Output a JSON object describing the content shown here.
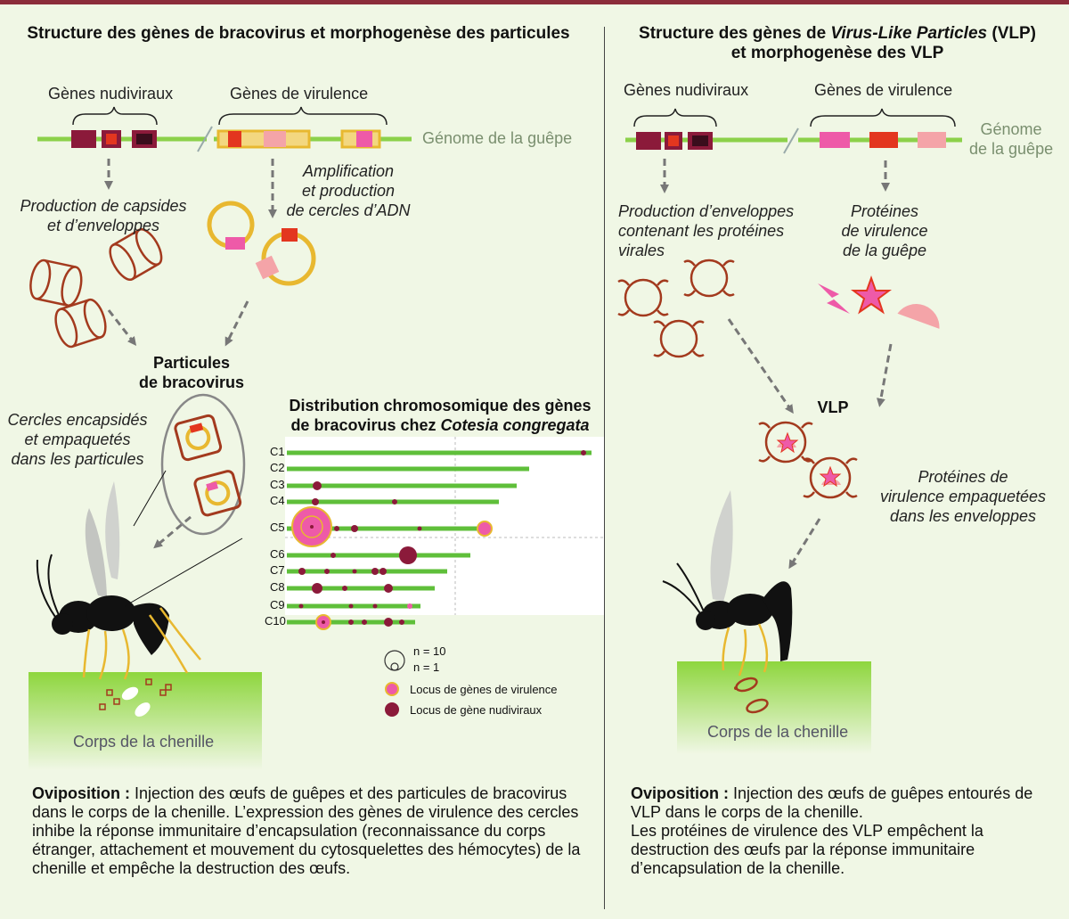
{
  "left": {
    "title": "Structure des gènes de bracovirus et morphogenèse des particules",
    "genes_nudiviraux": "Gènes nudiviraux",
    "genes_virulence": "Gènes de virulence",
    "genome": "Génome de la guêpe",
    "production_1": "Production de capsides",
    "production_2": "et d’enveloppes",
    "amplification_1": "Amplification",
    "amplification_2": "et production",
    "amplification_3": "de cercles d’ADN",
    "particules_1": "Particules",
    "particules_2": "de bracovirus",
    "cercles_1": "Cercles encapsidés",
    "cercles_2": "et empaquetés",
    "cercles_3": "dans les particules",
    "corps": "Corps de la chenille",
    "ovi_label": "Oviposition :",
    "ovi_text": " Injection des œufs de guêpes et des particules de bracovirus dans le corps de la chenille. L’expression des gènes de virulence des cercles inhibe la réponse immunitaire d’encapsulation (reconnaissance du corps étranger, attachement et mouvement du cytosquelettes des hémocytes) de la chenille et empêche la destruction des œufs."
  },
  "distribution": {
    "title_1": "Distribution chromosomique des gènes",
    "title_2a": "de bracovirus chez ",
    "title_2b": "Cotesia congregata",
    "chromosomes": [
      "C1",
      "C2",
      "C3",
      "C4",
      "C5",
      "C6",
      "C7",
      "C8",
      "C9",
      "C10"
    ],
    "legend_n10": "n = 10",
    "legend_n1": "n = 1",
    "legend_virulence": "Locus de gènes de virulence",
    "legend_nudiviraux": "Locus de gène nudiviraux"
  },
  "right": {
    "title_1a": "Structure des gènes de ",
    "title_1b": "Virus-Like Particles",
    "title_1c": " (VLP)",
    "title_2": "et morphogenèse des VLP",
    "genes_nudiviraux": "Gènes nudiviraux",
    "genes_virulence": "Gènes de virulence",
    "genome_1": "Génome",
    "genome_2": "de la guêpe",
    "production_1": "Production d’enveloppes",
    "production_2": "contenant les protéines",
    "production_3": "virales",
    "proteines_1": "Protéines",
    "proteines_2": "de virulence",
    "proteines_3": "de la guêpe",
    "vlp": "VLP",
    "emp_1": "Protéines de",
    "emp_2": "virulence empaquetées",
    "emp_3": "dans les enveloppes",
    "corps": "Corps de la chenille",
    "ovi_label": "Oviposition :",
    "ovi_text_1": " Injection des œufs de guêpes entourés de VLP dans le corps de la chenille.",
    "ovi_text_2": "Les protéines de virulence des VLP empêchent la destruction des œufs par la réponse immunitaire d’encapsulation de la chenille."
  },
  "colors": {
    "genome_green": "#8cd14a",
    "nudi_dark": "#8b1a3a",
    "virulence_pink": "#ee5aa8",
    "virulence_red": "#e3361f",
    "virulence_light": "#f4a4a8",
    "gold": "#e8b830",
    "capsid_brown": "#a33a1e",
    "chromosome_green": "#5fbf3a"
  }
}
